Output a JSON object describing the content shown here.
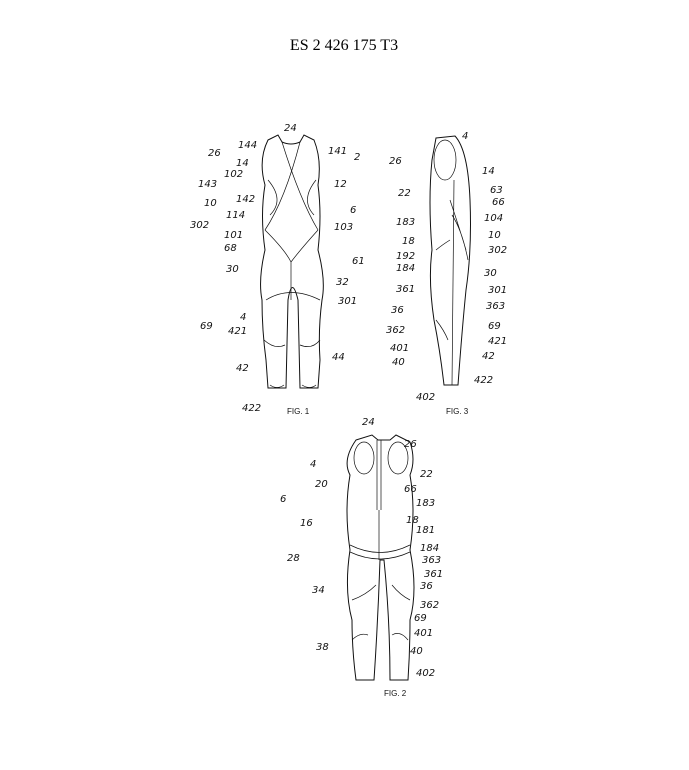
{
  "header": {
    "patent_number": "ES 2 426 175 T3"
  },
  "fig1": {
    "caption": "FIG. 1",
    "labels": [
      "24",
      "144",
      "26",
      "14",
      "141",
      "2",
      "102",
      "12",
      "143",
      "142",
      "10",
      "6",
      "302",
      "114",
      "103",
      "101",
      "68",
      "61",
      "30",
      "32",
      "301",
      "4",
      "69",
      "421",
      "44",
      "42",
      "422"
    ]
  },
  "fig3": {
    "caption": "FIG. 3",
    "labels": [
      "4",
      "26",
      "14",
      "22",
      "63",
      "66",
      "183",
      "104",
      "10",
      "18",
      "302",
      "192",
      "184",
      "30",
      "361",
      "301",
      "36",
      "363",
      "362",
      "69",
      "401",
      "421",
      "40",
      "42",
      "422",
      "402"
    ]
  },
  "fig2": {
    "caption": "FIG. 2",
    "labels": [
      "24",
      "26",
      "4",
      "22",
      "20",
      "66",
      "6",
      "183",
      "18",
      "16",
      "181",
      "184",
      "28",
      "363",
      "361",
      "34",
      "36",
      "362",
      "69",
      "401",
      "38",
      "40",
      "402"
    ]
  }
}
